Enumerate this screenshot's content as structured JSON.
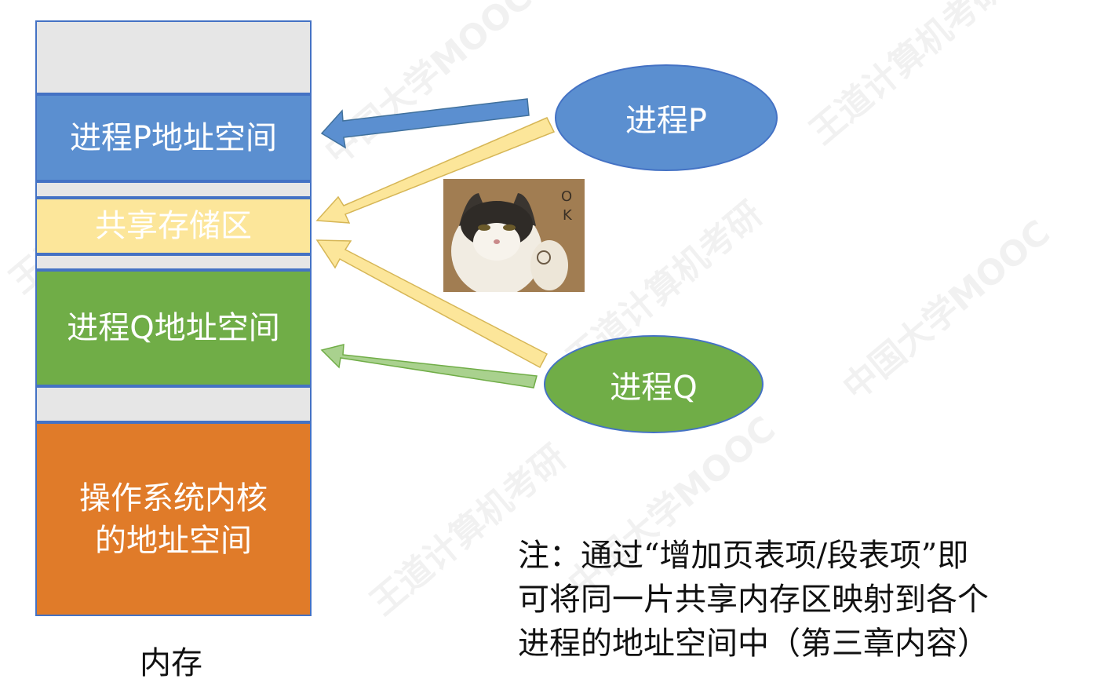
{
  "memory": {
    "label": "内存",
    "blocks": [
      {
        "id": "gap-top",
        "label": ""
      },
      {
        "id": "p-space",
        "label": "进程P地址空间"
      },
      {
        "id": "gap-1",
        "label": ""
      },
      {
        "id": "shared",
        "label": "共享存储区"
      },
      {
        "id": "gap-2",
        "label": ""
      },
      {
        "id": "q-space",
        "label": "进程Q地址空间"
      },
      {
        "id": "gap-3",
        "label": ""
      },
      {
        "id": "kernel",
        "label": "操作系统内核\n的地址空间"
      }
    ]
  },
  "processes": {
    "p": {
      "label": "进程P"
    },
    "q": {
      "label": "进程Q"
    }
  },
  "note": {
    "line1": "注：通过“增加页表项/段表项”即",
    "line2": "可将同一片共享内存区映射到各个",
    "line3": "进程的地址空间中（第三章内容）"
  },
  "watermark": {
    "text1": "王道计算机考研",
    "text2": "中国大学MOOC"
  },
  "colors": {
    "blue": "#5b8fd0",
    "yellow": "#fce69a",
    "green": "#70ad47",
    "orange": "#e07b29",
    "gray": "#e6e6e6",
    "border": "#4472c4"
  }
}
